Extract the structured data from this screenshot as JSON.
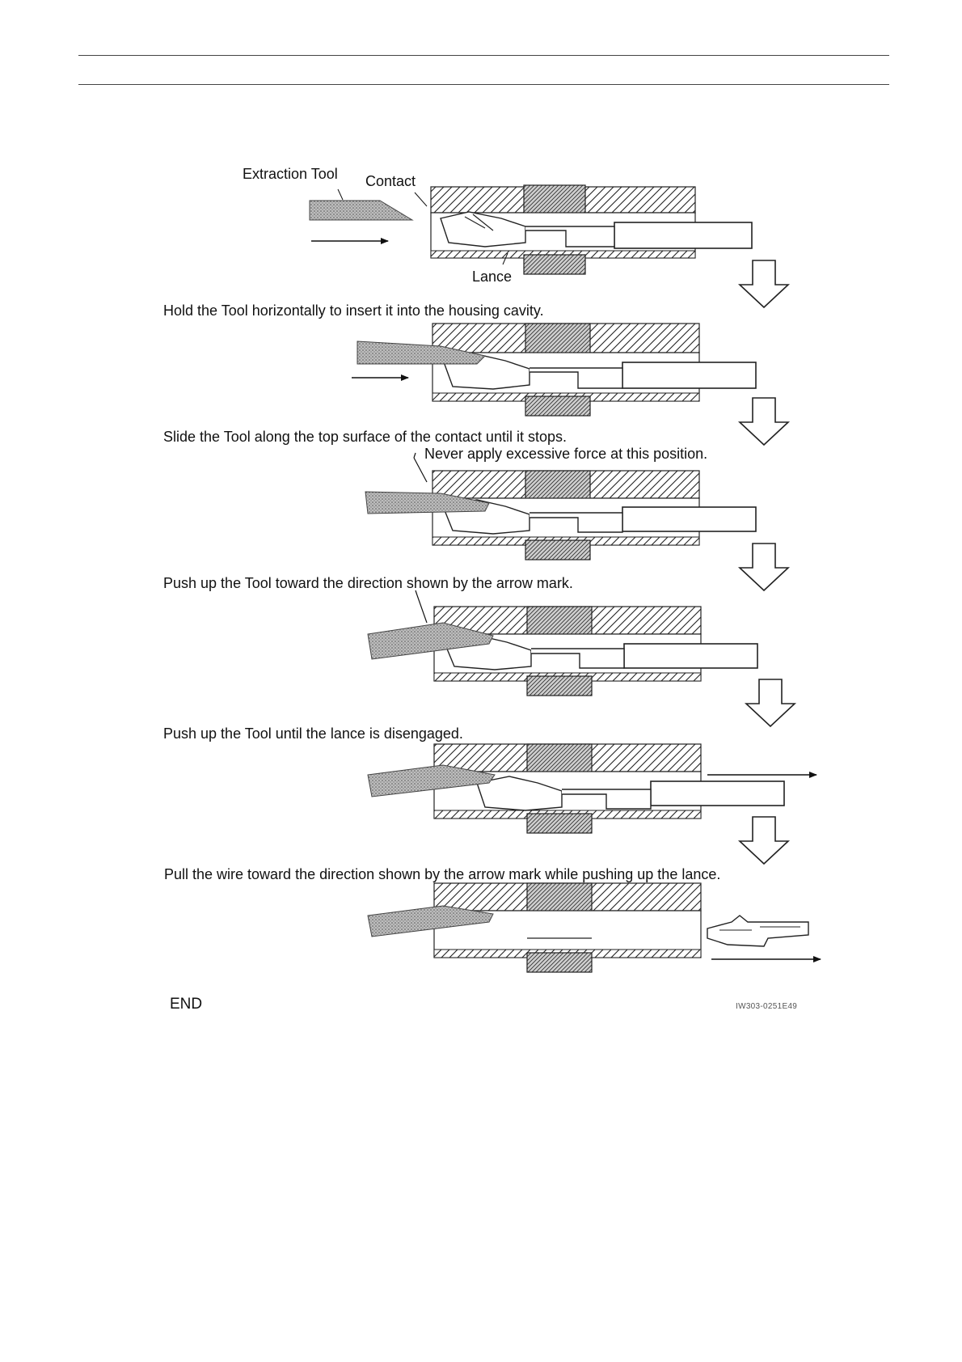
{
  "labels": {
    "extraction_tool": "Extraction Tool",
    "contact": "Contact",
    "lance": "Lance"
  },
  "steps": [
    {
      "text": "Hold the Tool horizontally to insert it into the housing cavity."
    },
    {
      "text": "Slide the Tool along the top surface of the contact until it stops."
    },
    {
      "text": "Push up the Tool toward the direction shown by the arrow mark."
    },
    {
      "text": "Push up the Tool until the lance is disengaged."
    },
    {
      "text": "Pull the wire toward the direction shown by the arrow mark while pushing up the lance."
    }
  ],
  "caution": "Never apply excessive force at this position.",
  "end_label": "END",
  "figure_code": "IW303-0251E49"
}
